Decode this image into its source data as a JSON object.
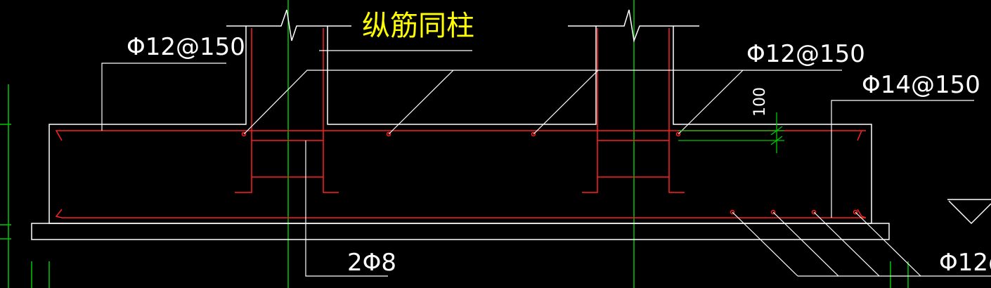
{
  "annotations": {
    "top_left_bar": "Φ12@150",
    "top_right_bar": "Φ12@150",
    "right_bar": "Φ14@150",
    "bottom_right_bar": "Φ12@",
    "stirrup": "2Φ8",
    "column_note": "纵筋同柱",
    "cover_dim": "100"
  },
  "colors": {
    "background": "#000000",
    "outline": "#ffffff",
    "rebar": "#ff2020",
    "axis": "#00c800",
    "dimension": "#00c800",
    "note_text": "#ffff00"
  }
}
